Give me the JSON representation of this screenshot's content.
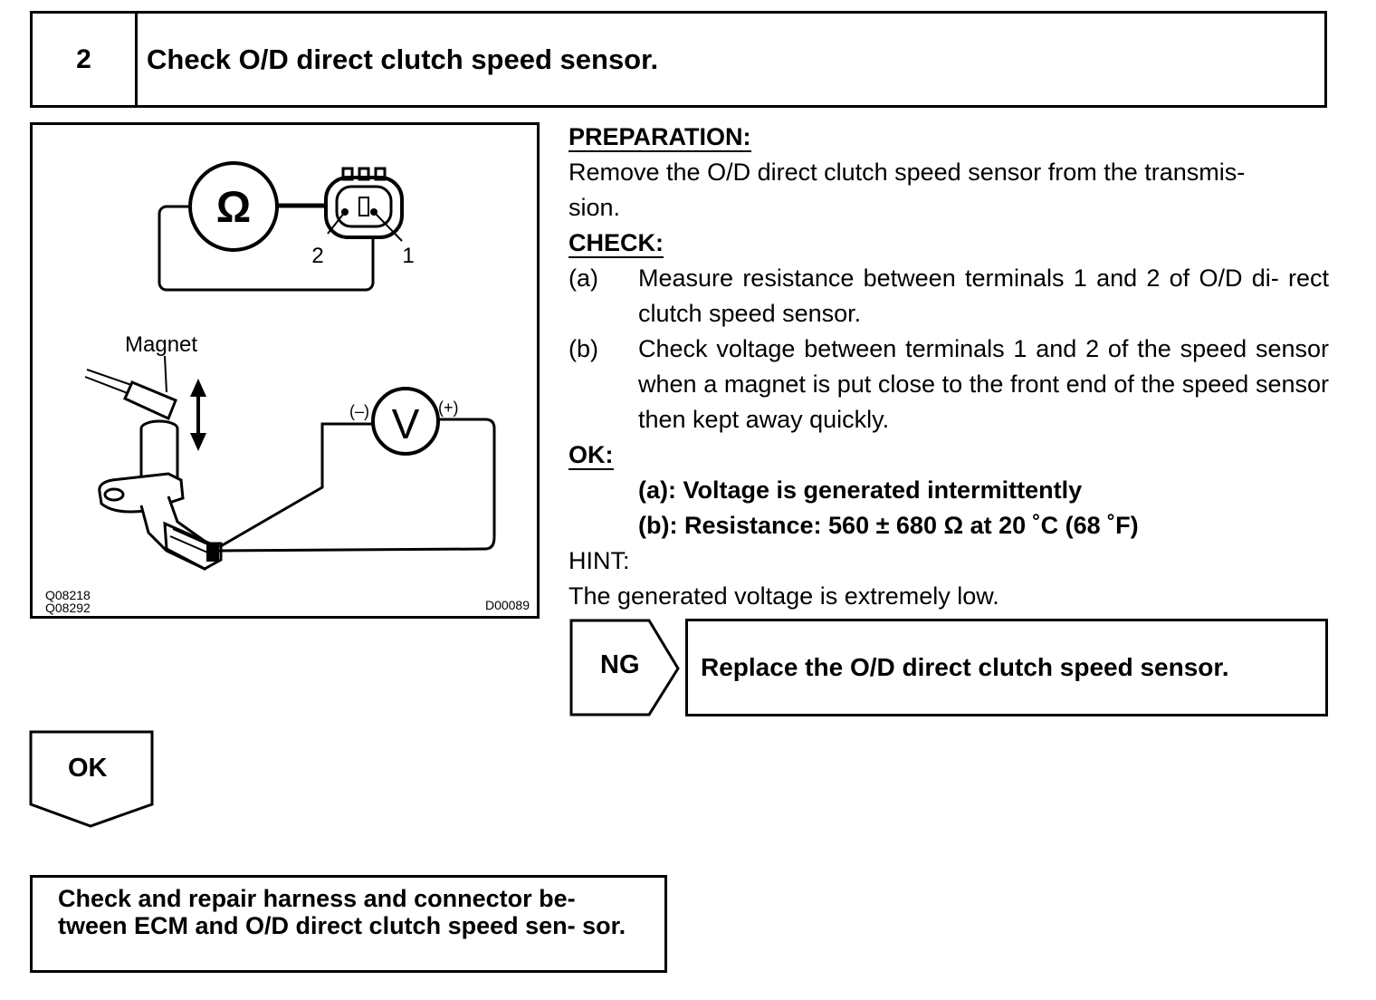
{
  "step": {
    "number": "2",
    "title": "Check O/D direct clutch speed sensor."
  },
  "figure": {
    "ohm_symbol": "Ω",
    "terminal_2": "2",
    "terminal_1": "1",
    "magnet_label": "Magnet",
    "volt_symbol": "V",
    "minus_label": "(–)",
    "plus_label": "(+)",
    "id_left_1": "Q08218",
    "id_left_2": "Q08292",
    "id_right": "D00089"
  },
  "text": {
    "preparation_heading": "PREPARATION:",
    "preparation_line1": "Remove the O/D direct clutch speed sensor from the transmis-",
    "preparation_line2": "sion.",
    "check_heading": "CHECK:",
    "check_items": [
      {
        "label": "(a)",
        "text": "Measure resistance between terminals 1 and 2 of O/D di- rect clutch speed sensor."
      },
      {
        "label": "(b)",
        "text": "Check voltage between terminals 1 and 2 of the speed sensor when a magnet is put close to the front end of the speed sensor then kept away quickly."
      }
    ],
    "ok_heading": "OK:",
    "ok_line_a": "(a): Voltage is generated intermittently",
    "ok_line_b": "(b): Resistance: 560 ± 680 Ω at 20 ˚C (68 ˚F)",
    "hint_heading": "HINT:",
    "hint_text": "The generated voltage is extremely low."
  },
  "ng": {
    "label": "NG",
    "action": "Replace the O/D direct clutch speed sensor."
  },
  "ok": {
    "label": "OK",
    "action": "Check and repair harness and connector be- tween ECM and O/D direct clutch speed sen- sor."
  }
}
